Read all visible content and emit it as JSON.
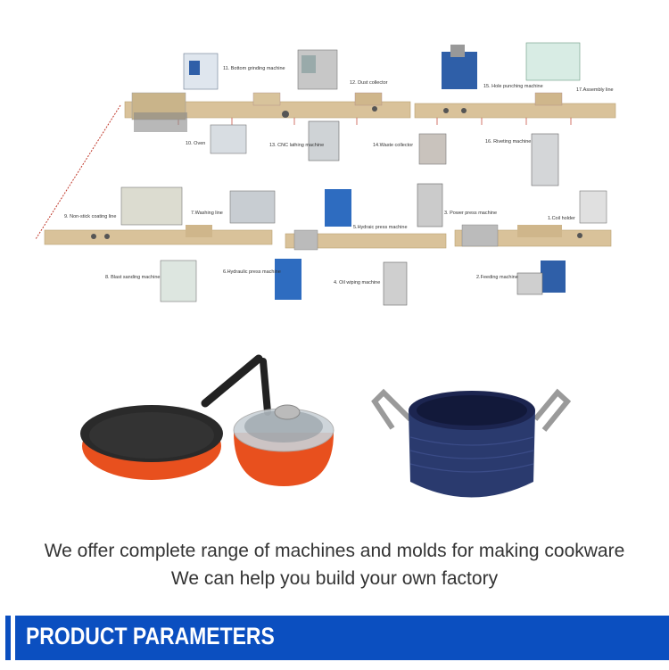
{
  "diagram": {
    "labels": [
      "11. Bottom grinding machine",
      "12. Dust collector",
      "15. Hole punching machine",
      "17.Assembly line",
      "10. Oven",
      "13. CNC lathing machine",
      "14.Waste collector",
      "16. Riveting machine",
      "9. Non-stick coating line",
      "7.Washing line",
      "5.Hydraic press machine",
      "3. Power press machine",
      "1.Coil holder",
      "8. Blast sanding machine",
      "6.Hydraulic press machine",
      "4. Oil wiping machine",
      "2.Feeding machine"
    ]
  },
  "taglines": {
    "line1": "We offer complete range of machines and molds for making cookware",
    "line2": "We can help you build your own factory"
  },
  "banner": {
    "title": "PRODUCT PARAMETERS"
  },
  "colors": {
    "banner_blue": "#0b4fc0",
    "conveyor": "#d9c29a",
    "pan_orange": "#e8501e",
    "pot_blue": "#2a3a6e"
  }
}
